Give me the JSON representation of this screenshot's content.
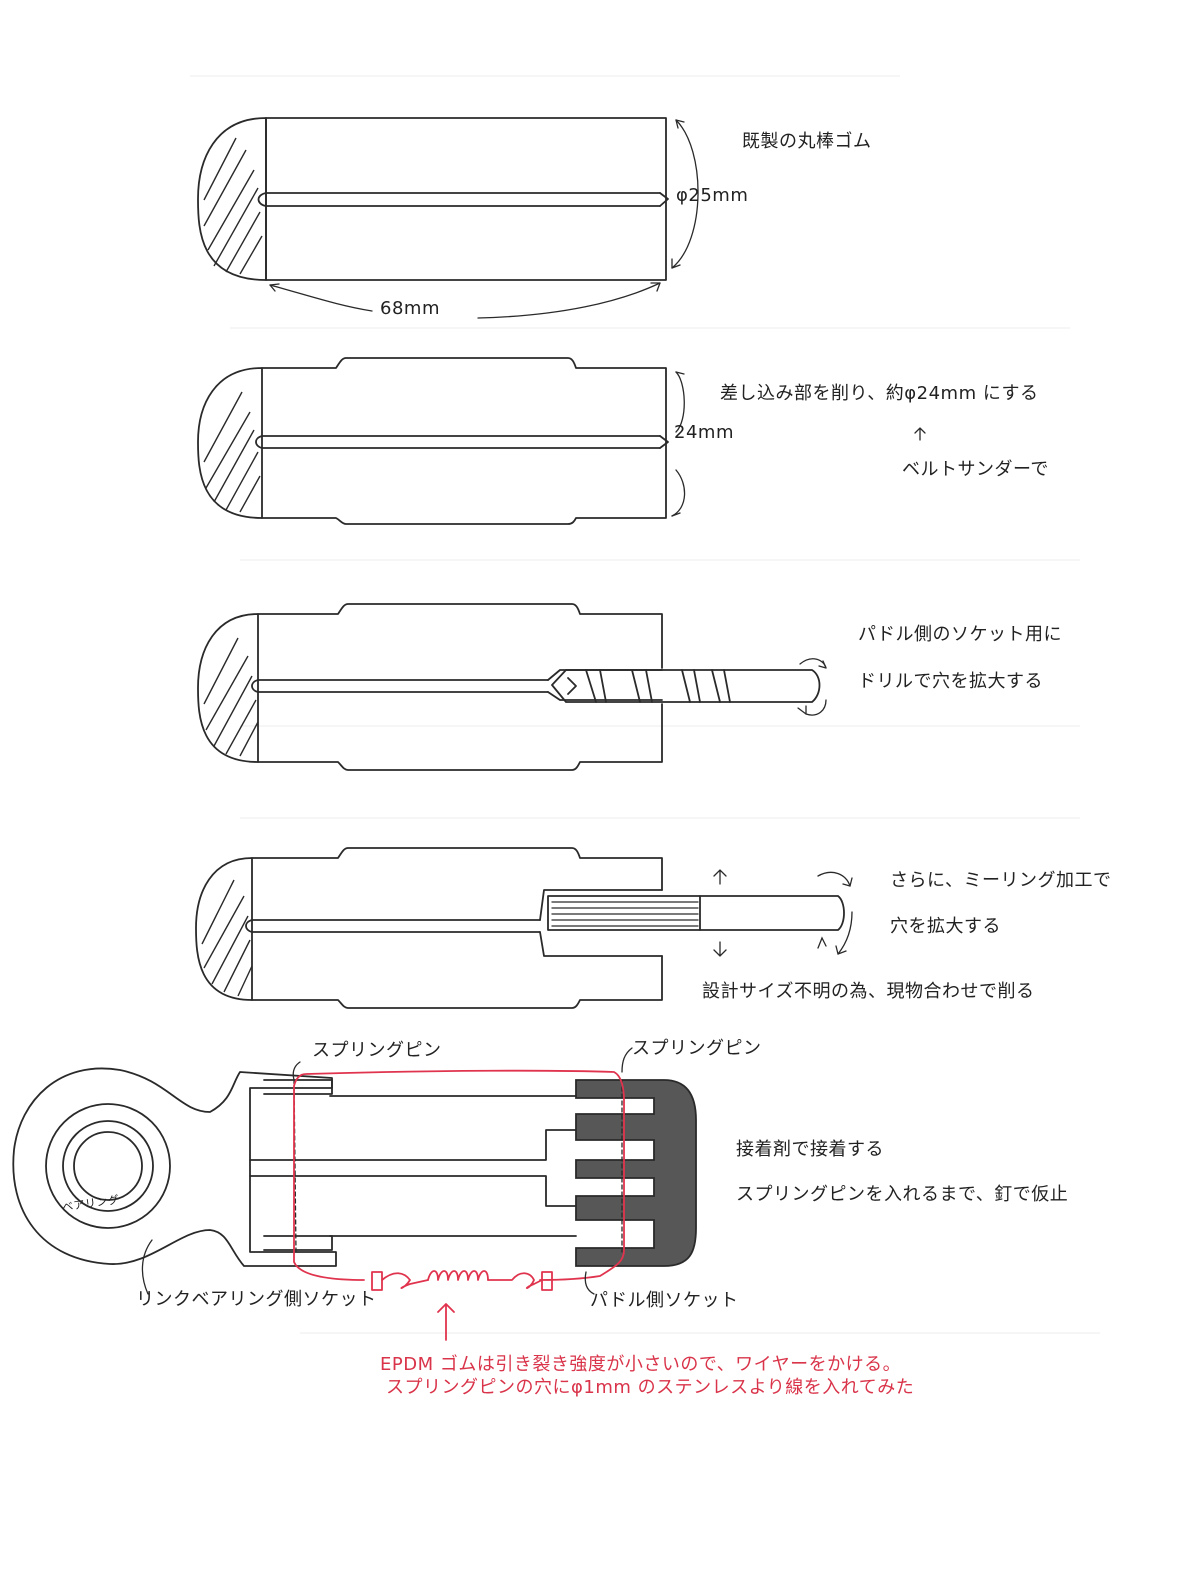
{
  "colors": {
    "ink": "#2a2a2a",
    "annotation_red": "#e0344e",
    "paper": "#ffffff"
  },
  "step1": {
    "note": "既製の丸棒ゴム",
    "diameter": "φ25mm",
    "length": "68mm"
  },
  "step2": {
    "note": "差し込み部を削り、約φ24mm にする",
    "dimension": "24mm",
    "tool": "ベルトサンダーで"
  },
  "step3": {
    "note_line1": "パドル側のソケット用に",
    "note_line2": "ドリルで穴を拡大する"
  },
  "step4": {
    "note_line1": "さらに、ミーリング加工で",
    "note_line2": "穴を拡大する",
    "note_line3": "設計サイズ不明の為、現物合わせで削る"
  },
  "assembly": {
    "spring_pin_left": "スプリングピン",
    "spring_pin_right": "スプリングピン",
    "bearing_label": "ベアリング",
    "glue_note": "接着剤で接着する",
    "nail_note": "スプリングピンを入れるまで、釘で仮止",
    "link_socket": "リンクベアリング側ソケット",
    "paddle_socket": "パドル側ソケット",
    "wire_note_line1": "EPDM ゴムは引き裂き強度が小さいので、ワイヤーをかける。",
    "wire_note_line2": "スプリングピンの穴にφ1mm のステンレスより線を入れてみた"
  }
}
